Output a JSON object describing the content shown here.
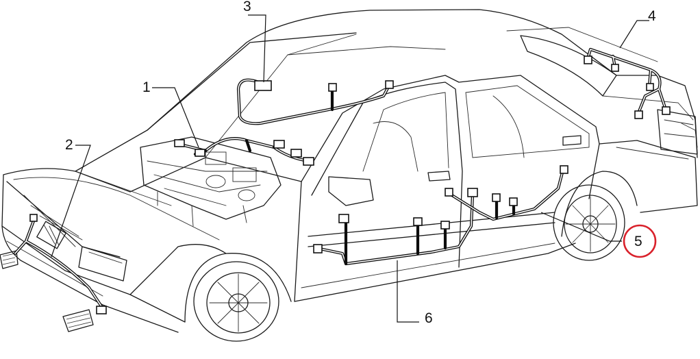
{
  "callouts": [
    {
      "id": "1",
      "label": "1",
      "highlighted": false
    },
    {
      "id": "2",
      "label": "2",
      "highlighted": false
    },
    {
      "id": "3",
      "label": "3",
      "highlighted": false
    },
    {
      "id": "4",
      "label": "4",
      "highlighted": false
    },
    {
      "id": "5",
      "label": "5",
      "highlighted": true
    },
    {
      "id": "6",
      "label": "6",
      "highlighted": false
    }
  ],
  "colors": {
    "line": "#111111",
    "background": "#ffffff",
    "highlight": "#d9212b"
  }
}
